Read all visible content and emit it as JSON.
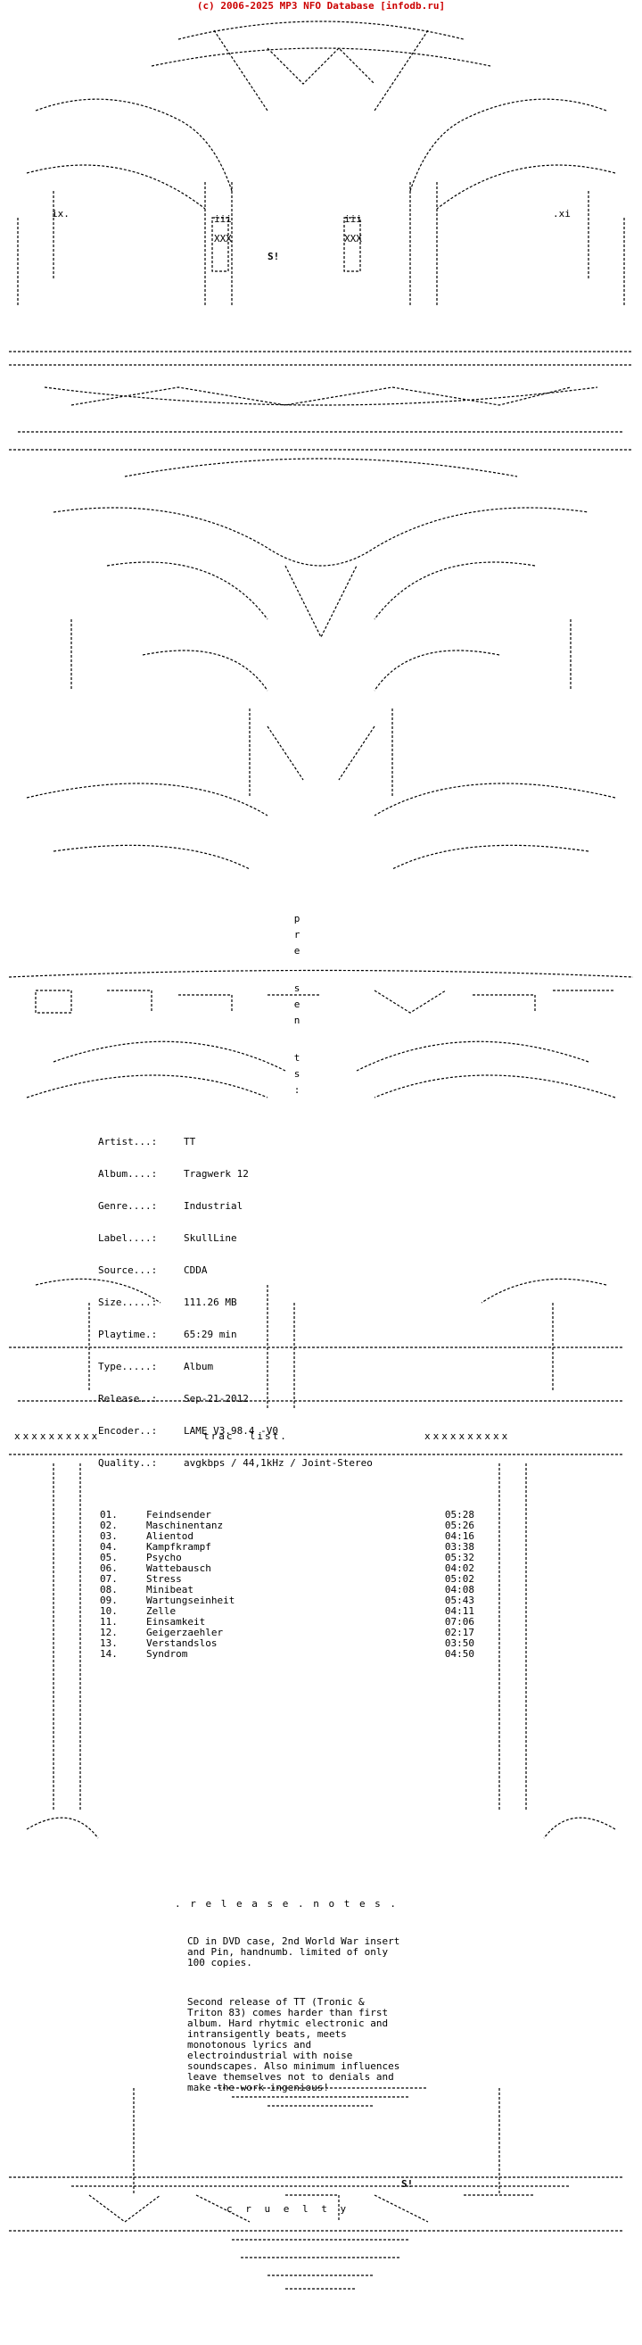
{
  "header": {
    "text": "(c) 2006-2025 MP3 NFO Database [infodb.ru]"
  },
  "presents": [
    "p",
    "r",
    "e",
    "s",
    "e",
    "n",
    "t",
    "s",
    ":"
  ],
  "ascii_fragments": {
    "ix_left": "ix.",
    "xi_right": ".xi",
    "sx_mark": "S!",
    "x_marks": "xxxxxxxxxx",
    "xxx": "XXX",
    "iii": "iii"
  },
  "release_info": [
    {
      "key": "Artist...:",
      "value": "TT"
    },
    {
      "key": "Album....:",
      "value": "Tragwerk 12"
    },
    {
      "key": "Genre....:",
      "value": "Industrial"
    },
    {
      "key": "Label....:",
      "value": "SkullLine"
    },
    {
      "key": "Source...:",
      "value": "CDDA"
    },
    {
      "key": "Size.....:",
      "value": "111.26 MB"
    },
    {
      "key": "Playtime.:",
      "value": "65:29 min"
    },
    {
      "key": "Type.....:",
      "value": "Album"
    },
    {
      "key": "Release..:",
      "value": "Sep-21-2012"
    },
    {
      "key": "Encoder..:",
      "value": "LAME V3.98.4 -V0"
    },
    {
      "key": "Quality..:",
      "value": "avgkbps / 44,1kHz / Joint-Stereo"
    }
  ],
  "tracklist": {
    "title": "trac  list.",
    "tracks": [
      {
        "no": "01.",
        "title": "Feindsender",
        "duration": "05:28"
      },
      {
        "no": "02.",
        "title": "Maschinentanz",
        "duration": "05:26"
      },
      {
        "no": "03.",
        "title": "Alientod",
        "duration": "04:16"
      },
      {
        "no": "04.",
        "title": "Kampfkrampf",
        "duration": "03:38"
      },
      {
        "no": "05.",
        "title": "Psycho",
        "duration": "05:32"
      },
      {
        "no": "06.",
        "title": "Wattebausch",
        "duration": "04:02"
      },
      {
        "no": "07.",
        "title": "Stress",
        "duration": "05:02"
      },
      {
        "no": "08.",
        "title": "Minibeat",
        "duration": "04:08"
      },
      {
        "no": "09.",
        "title": "Wartungseinheit",
        "duration": "05:43"
      },
      {
        "no": "10.",
        "title": "Zelle",
        "duration": "04:11"
      },
      {
        "no": "11.",
        "title": "Einsamkeit",
        "duration": "07:06"
      },
      {
        "no": "12.",
        "title": "Geigerzaehler",
        "duration": "02:17"
      },
      {
        "no": "13.",
        "title": "Verstandslos",
        "duration": "03:50"
      },
      {
        "no": "14.",
        "title": "Syndrom",
        "duration": "04:50"
      }
    ]
  },
  "release_notes": {
    "title": ". r e l e a s e . n o t e s .",
    "paragraphs": [
      "CD in DVD case, 2nd World War insert\nand Pin, handnumb. limited of only\n100 copies.",
      "Second release of TT (Tronic &\nTriton 83) comes harder than first\nalbum. Hard rhytmic electronic and\nintransigently beats, meets\nmonotonous lyrics and\nelectroindustrial with noise\nsoundscapes. Also minimum influences\nleave themselves not to denials and\nmake the work ingenious!"
    ]
  },
  "footer": {
    "group": "c r u e l t y",
    "sig": "S!"
  }
}
